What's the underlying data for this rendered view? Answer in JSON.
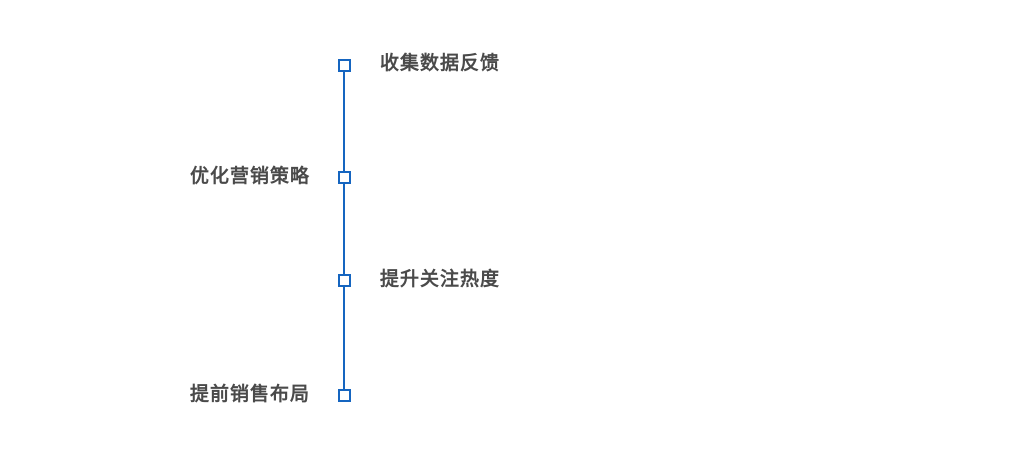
{
  "timeline": {
    "items": [
      {
        "label": "收集数据反馈",
        "side": "right"
      },
      {
        "label": "优化营销策略",
        "side": "left"
      },
      {
        "label": "提升关注热度",
        "side": "right"
      },
      {
        "label": "提前销售布局",
        "side": "left"
      }
    ],
    "colors": {
      "line": "#1565c0",
      "marker_border": "#1565c0",
      "marker_fill": "#ffffff",
      "text": "#4a4a4a",
      "background": "#ffffff"
    }
  }
}
